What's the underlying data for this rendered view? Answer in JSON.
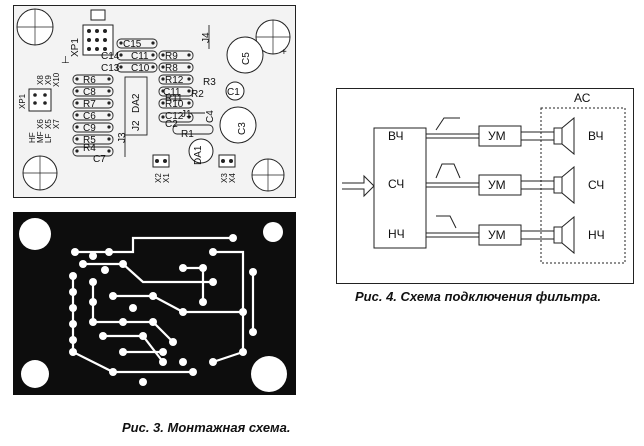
{
  "fig3": {
    "caption": "Рис. 3. Монтажная схема.",
    "components": [
      "C1",
      "C2",
      "C3",
      "C4",
      "C5",
      "C6",
      "C7",
      "C8",
      "C9",
      "C10",
      "C11",
      "C12",
      "C13",
      "C14",
      "C15",
      "R1",
      "R2",
      "R3",
      "R4",
      "R5",
      "R6",
      "R7",
      "R8",
      "R9",
      "R10",
      "R11",
      "R12",
      "DA1",
      "DA2",
      "J1",
      "J2",
      "J3",
      "J4",
      "XP1",
      "X1",
      "X2",
      "X3",
      "X4",
      "X5",
      "X6",
      "X7",
      "X8",
      "X9",
      "X10"
    ],
    "jumper_labels": [
      "HF",
      "MF",
      "LF"
    ],
    "connector_symbols": [
      "⊥",
      "+"
    ]
  },
  "fig4": {
    "caption": "Рис. 4. Схема подключения фильтра.",
    "speaker_group": "АС",
    "filter_outputs": [
      "ВЧ",
      "СЧ",
      "НЧ"
    ],
    "amplifiers": [
      "УМ",
      "УМ",
      "УМ"
    ],
    "speakers": [
      "ВЧ",
      "СЧ",
      "НЧ"
    ]
  }
}
